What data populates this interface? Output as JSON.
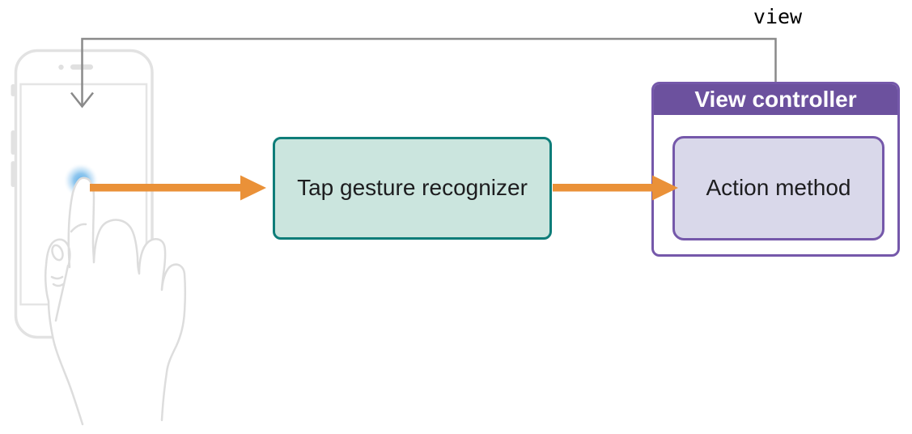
{
  "diagram": {
    "view_label": "view",
    "tap_recognizer_label": "Tap gesture recognizer",
    "view_controller_title": "View controller",
    "action_method_label": "Action method",
    "icons": {
      "phone_hand": "iphone-tap-hand-illustration",
      "touch_indicator": "blue-touch-glow",
      "view_connector": "gray-elbow-line-with-down-chevron-arrow",
      "flow_arrow": "orange-right-arrow"
    },
    "colors": {
      "arrow_orange": "#ea9138",
      "teal_border": "#0e7d79",
      "mint_fill": "#cbe5de",
      "purple_header": "#6c519e",
      "purple_border": "#7558aa",
      "lavender_fill": "#d9d8ea",
      "connector_gray": "#8a8a8a",
      "illustration_gray": "#dddddd",
      "touch_blue": "#55aae4",
      "text": "#1d1d1f"
    }
  }
}
